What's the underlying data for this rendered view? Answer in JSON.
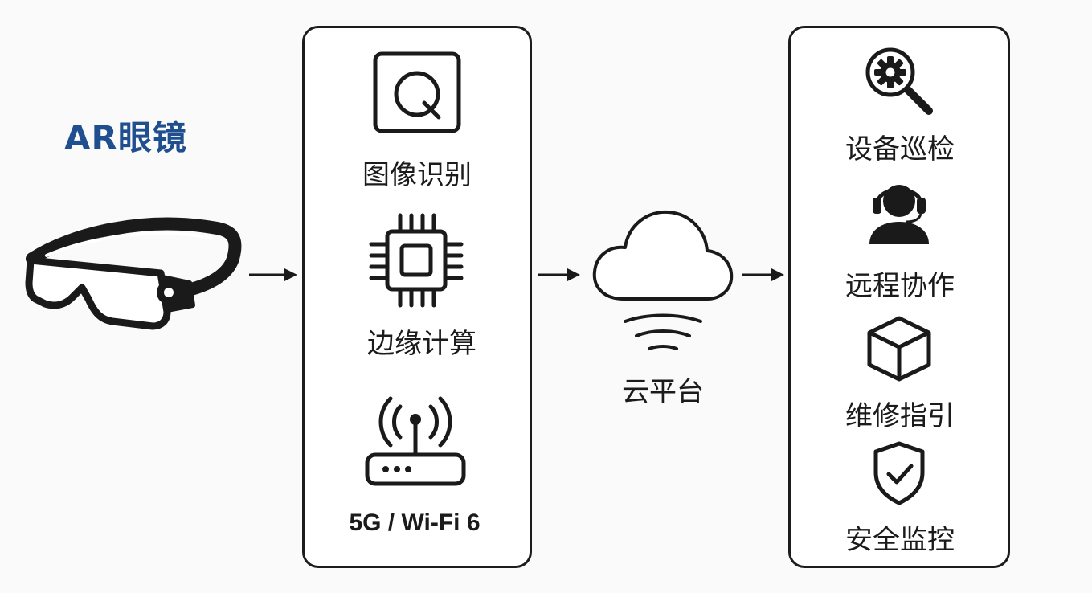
{
  "device": {
    "title": "AR眼镜",
    "icon": "ar-glasses-icon",
    "title_color": "#1f4f8e"
  },
  "edge_panel": {
    "items": [
      {
        "label": "图像识别",
        "icon": "image-recognition-icon"
      },
      {
        "label": "边缘计算",
        "icon": "chip-icon"
      },
      {
        "label": "5G / Wi-Fi 6",
        "icon": "wireless-router-icon"
      }
    ]
  },
  "cloud": {
    "label": "云平台",
    "icon": "cloud-icon"
  },
  "services_panel": {
    "items": [
      {
        "label": "设备巡检",
        "icon": "gear-search-icon"
      },
      {
        "label": "远程协作",
        "icon": "headset-user-icon"
      },
      {
        "label": "维修指引",
        "icon": "cube-icon"
      },
      {
        "label": "安全监控",
        "icon": "shield-check-icon"
      }
    ]
  },
  "arrows": [
    {
      "from": "AR眼镜",
      "to": "edge_panel"
    },
    {
      "from": "edge_panel",
      "to": "云平台"
    },
    {
      "from": "云平台",
      "to": "services_panel"
    }
  ]
}
